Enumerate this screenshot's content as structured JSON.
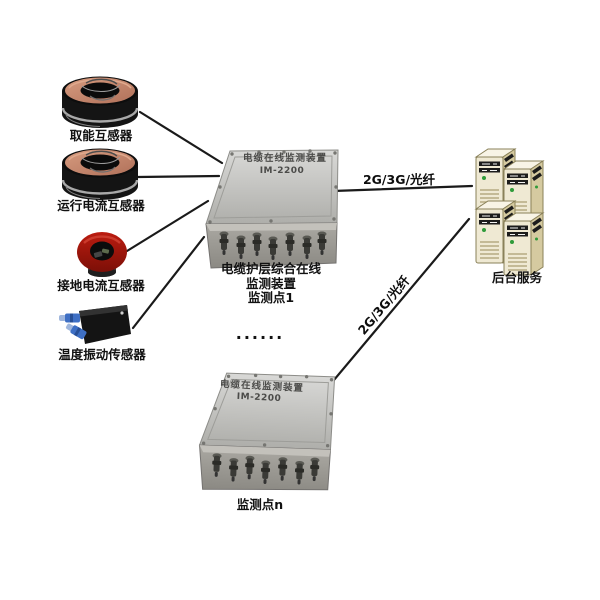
{
  "diagram_title": "cable-sheath-online-monitoring-system",
  "sensors": [
    {
      "id": "energy-harvesting-ct",
      "label": "取能互感器"
    },
    {
      "id": "operating-current-ct",
      "label": "运行电流互感器"
    },
    {
      "id": "ground-current-ct",
      "label": "接地电流互感器"
    },
    {
      "id": "temp-vibration-sensor",
      "label": "温度振动传感器"
    }
  ],
  "devices": [
    {
      "id": "monitor-point-1",
      "plate_title": "电缆在线监测装置",
      "plate_model": "IM-2200",
      "caption_line1": "电缆护层综合在线",
      "caption_line2": "监测装置",
      "caption_line3": "监测点1"
    },
    {
      "id": "monitor-point-n",
      "plate_title": "电缆在线监测装置",
      "plate_model": "IM-2200",
      "caption": "监测点n"
    }
  ],
  "ellipsis": "......",
  "server": {
    "label": "后台服务"
  },
  "links": {
    "top_label": "2G/3G/光纤",
    "diagonal_label": "2G/3G/光纤"
  },
  "colors": {
    "background": "#ffffff",
    "line": "#1a1a1a",
    "toroid_copper": "#c68a6e",
    "toroid_body": "#141414",
    "ground_ct_red": "#a01208",
    "sensor_plug_blue": "#3e6fc4",
    "device_plate": "#c8c8c6",
    "device_front": "#9c9a94",
    "server_front": "#efe9d3",
    "server_side": "#d5caa0",
    "server_stripe": "#1c1c1c",
    "server_led_green": "#2f9b3a"
  }
}
